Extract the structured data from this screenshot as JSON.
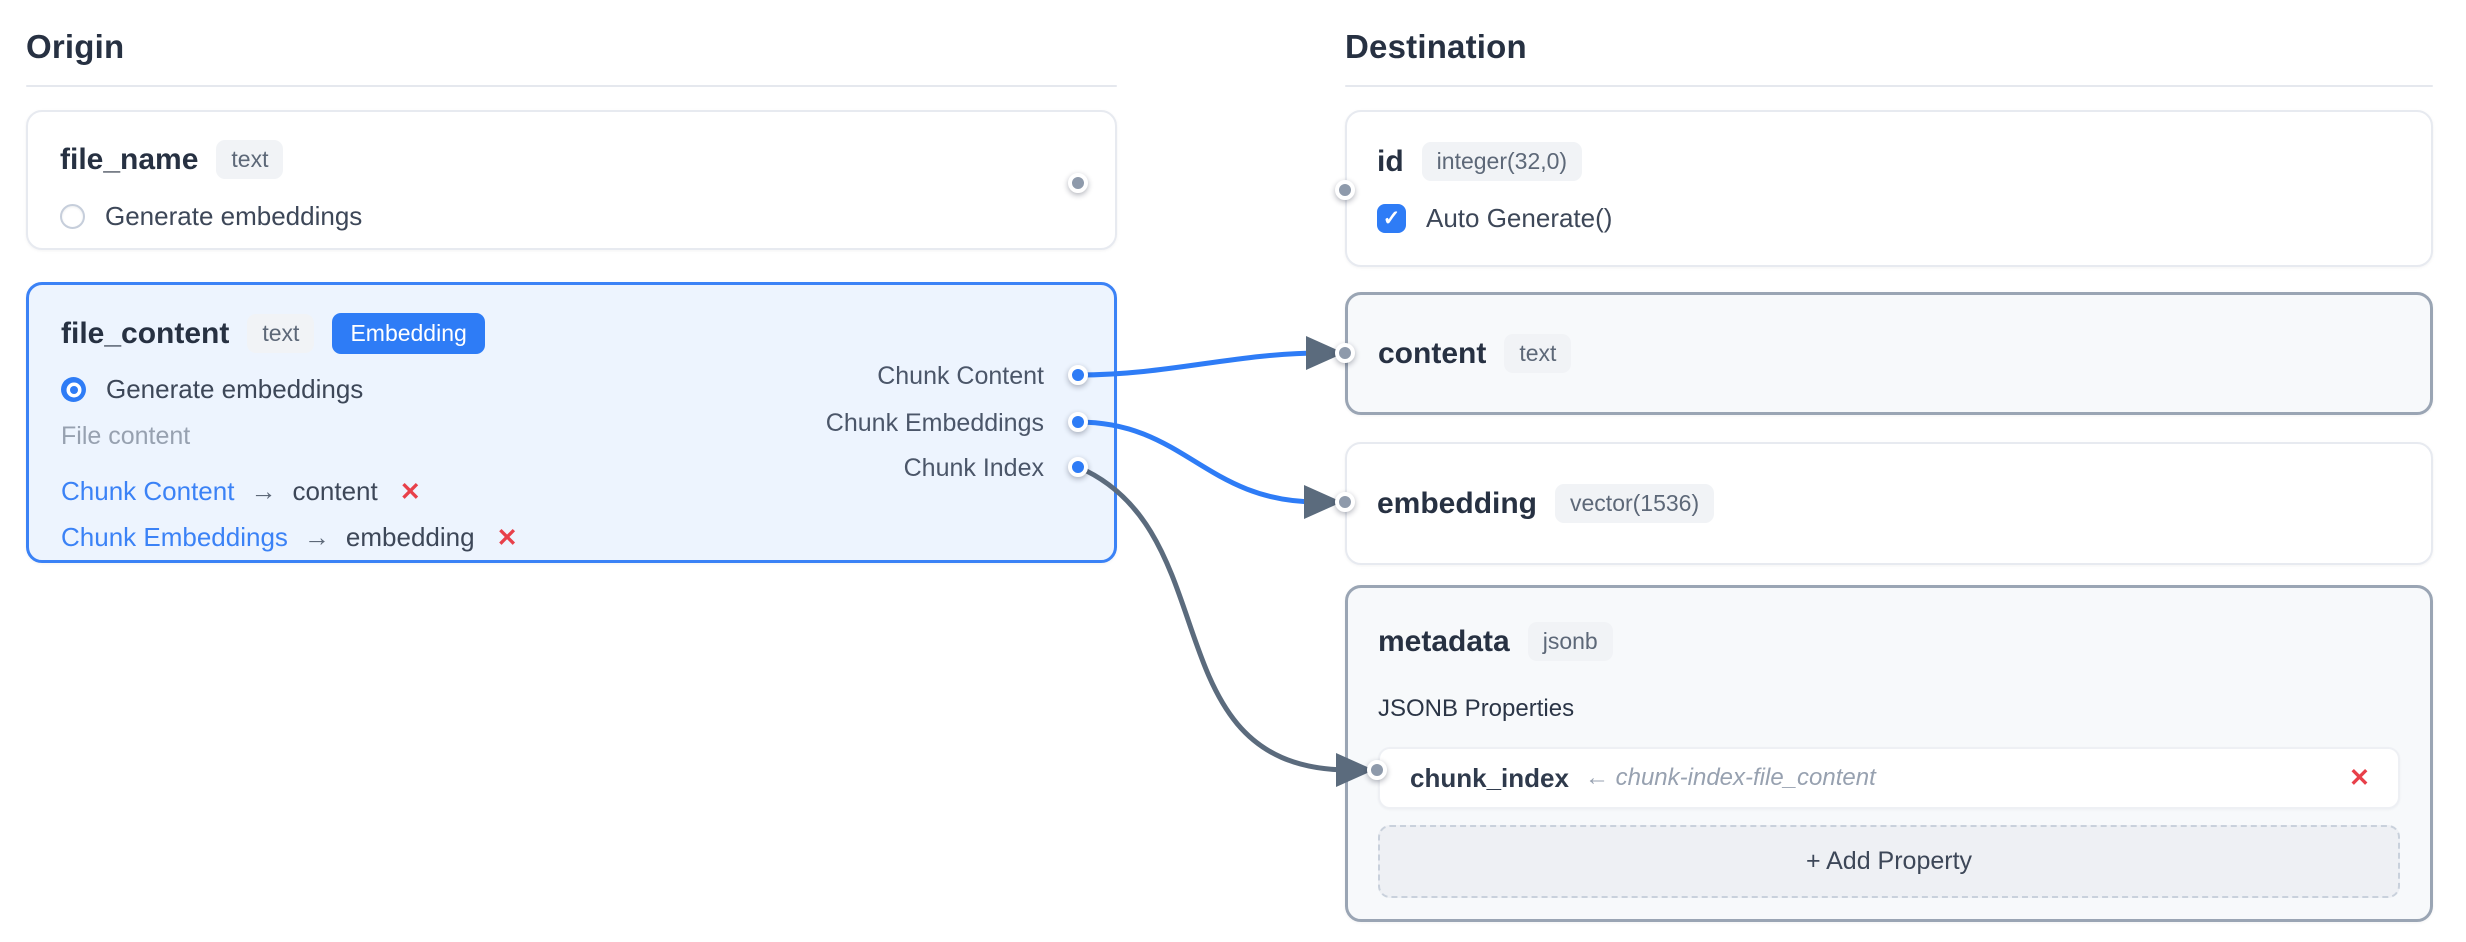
{
  "origin": {
    "heading": "Origin",
    "file_name": {
      "name": "file_name",
      "type": "text",
      "generate_label": "Generate embeddings"
    },
    "file_content": {
      "name": "file_content",
      "type": "text",
      "badge": "Embedding",
      "generate_label": "Generate embeddings",
      "description": "File content",
      "outputs": [
        "Chunk Content",
        "Chunk Embeddings",
        "Chunk Index"
      ],
      "mappings": [
        {
          "source": "Chunk Content",
          "target": "content"
        },
        {
          "source": "Chunk Embeddings",
          "target": "embedding"
        }
      ]
    }
  },
  "destination": {
    "heading": "Destination",
    "id_field": {
      "name": "id",
      "type": "integer(32,0)",
      "auto_label": "Auto Generate()"
    },
    "content_field": {
      "name": "content",
      "type": "text"
    },
    "embedding_field": {
      "name": "embedding",
      "type": "vector(1536)"
    },
    "metadata_field": {
      "name": "metadata",
      "type": "jsonb",
      "section_label": "JSONB Properties",
      "property": {
        "name": "chunk_index",
        "annotation": "← chunk-index-file_content"
      },
      "add_label": "+ Add Property"
    }
  },
  "icons": {
    "arrow_right": "→",
    "remove": "✕",
    "check": "✓"
  },
  "colors": {
    "accent_blue": "#2e7cf6",
    "connector_gray": "#5b6b7d",
    "danger_red": "#e8404a",
    "handle_gray": "#8e9aab"
  }
}
